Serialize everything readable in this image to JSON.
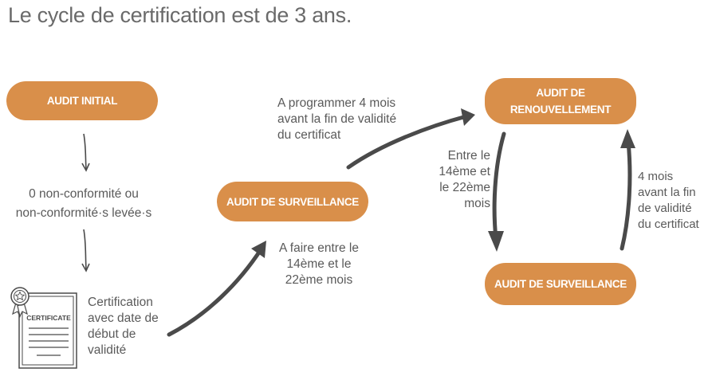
{
  "title": "Le cycle de certification est de 3 ans.",
  "nodes": {
    "audit_initial": "AUDIT INITIAL",
    "audit_renouvellement_line1": "AUDIT DE",
    "audit_renouvellement_line2": "RENOUVELLEMENT",
    "audit_surveillance_1": "AUDIT DE SURVEILLANCE",
    "audit_surveillance_2": "AUDIT DE SURVEILLANCE"
  },
  "labels": {
    "nonconformite_line1": "0 non-conformité ou",
    "nonconformite_line2": "non-conformité·s levée·s",
    "certification": [
      "Certification",
      "avec date de",
      "début de",
      "validité"
    ],
    "a_faire": [
      "A faire entre le",
      "14ème et le",
      "22ème mois"
    ],
    "a_programmer": [
      "A programmer 4 mois",
      "avant la fin de validité",
      "du certificat"
    ],
    "entre": [
      "Entre le",
      "14ème et",
      "le 22ème",
      "mois"
    ],
    "quatre_mois": [
      "4 mois",
      "avant la fin",
      "de validité",
      "du certificat"
    ]
  },
  "certificate": {
    "label": "CERTIFICATE",
    "icon": "certificate-with-ribbon-icon"
  },
  "colors": {
    "pill": "#d98f4a",
    "arrow": "#4a4a4a",
    "text": "#5a5a5a"
  }
}
